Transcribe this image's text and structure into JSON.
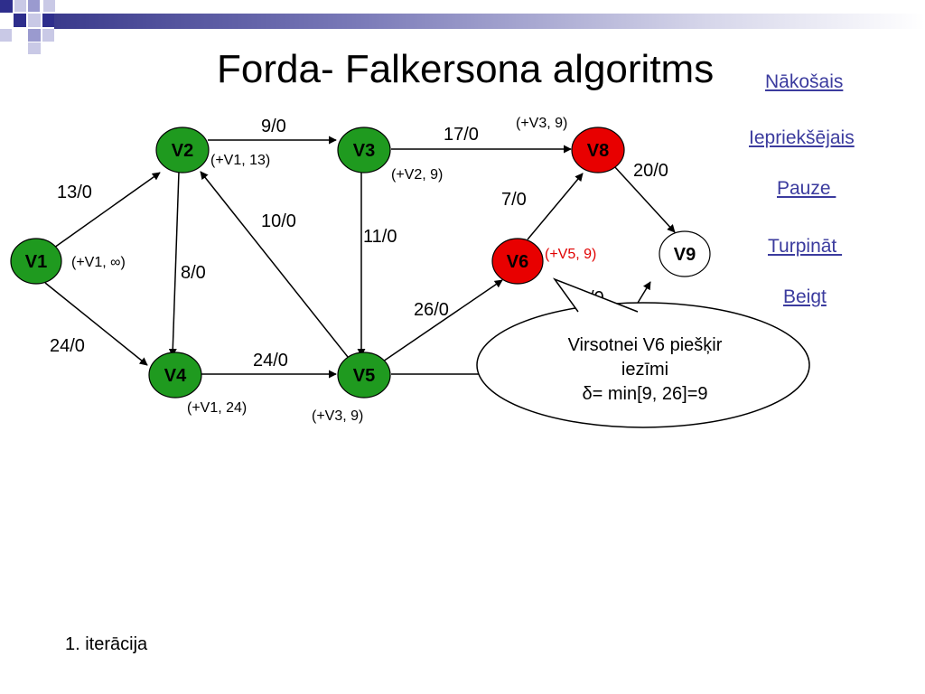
{
  "slide": {
    "title": "Forda- Falkersona algoritms",
    "iteration": "1. iterācija"
  },
  "nav": {
    "next": "Nākošais",
    "previous": "Iepriekšējais",
    "pause": "Pauze ",
    "continue": "Turpināt ",
    "end": "Beigt"
  },
  "colors": {
    "node_green": "#1f9a1f",
    "node_red": "#e80000",
    "node_white": "#ffffff",
    "nav_link": "#3b3b9e",
    "label_red": "#e00000"
  },
  "graph": {
    "nodes": {
      "v1": "V1",
      "v2": "V2",
      "v3": "V3",
      "v4": "V4",
      "v5": "V5",
      "v6": "V6",
      "v8": "V8",
      "v9": "V9"
    },
    "edges": {
      "v2_v3": "9/0",
      "v3_v8": "17/0",
      "v8_v9": "20/0",
      "v1_v2": "13/0",
      "v5_v2": "10/0",
      "v3_v5": "11/0",
      "v6_v8": "7/0",
      "v2_v4": "8/0",
      "v5_v6": "26/0",
      "v1_v4": "24/0",
      "v4_v5": "24/0",
      "v6_v9_partial": "/0"
    },
    "node_labels": {
      "v1": "(+V1, ∞)",
      "v2": "(+V1, 13)",
      "v3": "(+V2, 9)",
      "v8": "(+V3, 9)",
      "v6": "(+V5, 9)",
      "v4": "(+V1, 24)",
      "v5": "(+V3, 9)"
    }
  },
  "callout": {
    "line1": "Virsotnei V6 piešķir",
    "line2": "iezīmi",
    "line3": "δ= min[9, 26]=9"
  }
}
